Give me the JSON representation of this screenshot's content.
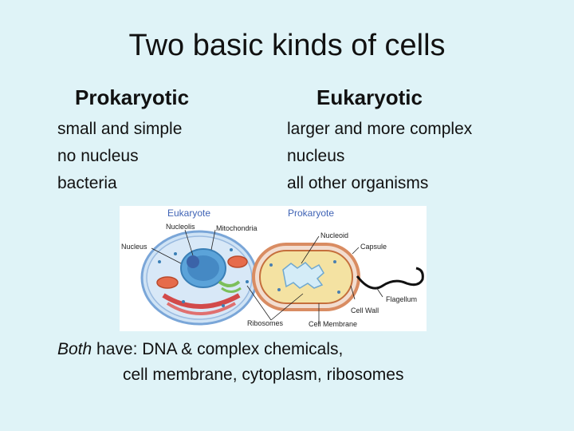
{
  "title": "Two basic kinds of cells",
  "prokaryotic": {
    "heading": "Prokaryotic",
    "items": [
      "small and simple",
      "no nucleus",
      "bacteria"
    ]
  },
  "eukaryotic": {
    "heading": "Eukaryotic",
    "items": [
      "larger and more complex",
      "nucleus",
      "all other organisms"
    ]
  },
  "diagram": {
    "eukaryote_title": "Eukaryote",
    "prokaryote_title": "Prokaryote",
    "labels": {
      "nucleolis": "Nucleolis",
      "mitochondria": "Mitochondria",
      "nucleus": "Nucleus",
      "ribosomes": "Ribosomes",
      "nucleoid": "Nucleoid",
      "capsule": "Capsule",
      "flagellum": "Flagellum",
      "cell_wall": "Cell Wall",
      "cell_membrane": "Cell Membrane"
    }
  },
  "summary": {
    "both": "Both",
    "line1_rest": " have: DNA & complex chemicals,",
    "line2": "cell membrane, cytoplasm, ribosomes"
  }
}
